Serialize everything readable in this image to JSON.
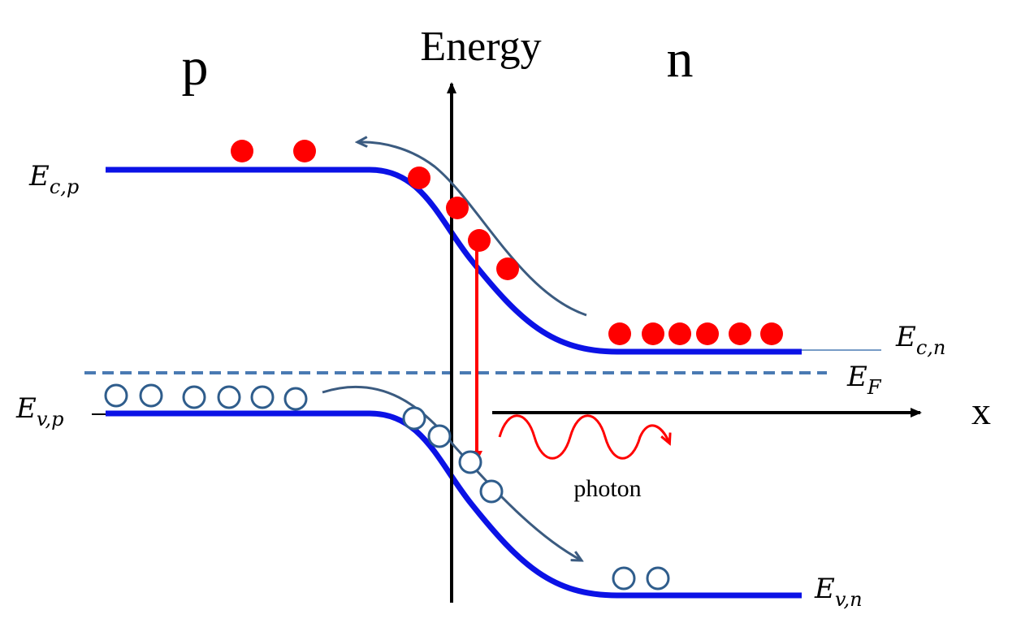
{
  "labels": {
    "region_p": "p",
    "region_n": "n",
    "y_axis": "Energy",
    "x_axis": "x",
    "photon": "photon"
  },
  "levels": {
    "ec_p": {
      "main": "E",
      "sub": "c,p"
    },
    "ec_n": {
      "main": "E",
      "sub": "c,n"
    },
    "ev_p": {
      "main": "E",
      "sub": "v,p"
    },
    "ev_n": {
      "main": "E",
      "sub": "v,n"
    },
    "ef": {
      "main": "E",
      "sub": "F"
    }
  },
  "colors": {
    "band": "#0b12e6",
    "electron": "#ff0000",
    "hole": "#2f5d8c",
    "fermi": "#4a7ab3",
    "flow_arrow": "#3b5b80",
    "photon": "#ff0000",
    "axis": "#000000"
  },
  "carriers": {
    "electrons": 12,
    "holes": 12
  }
}
